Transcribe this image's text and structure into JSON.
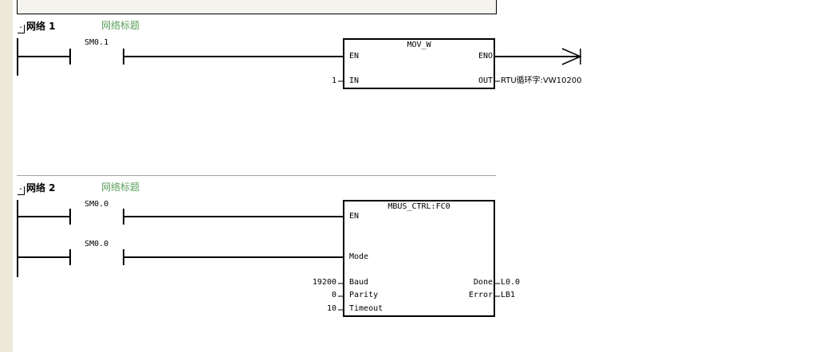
{
  "networks": [
    {
      "header": "网络 1",
      "title": "网络标题",
      "contacts": [
        "SM0.1"
      ],
      "box": {
        "name": "MOV_W",
        "inputs": [
          {
            "pin": "EN",
            "value": ""
          },
          {
            "pin": "IN",
            "value": "1"
          }
        ],
        "outputs": [
          {
            "pin": "ENO",
            "value": ""
          },
          {
            "pin": "OUT",
            "value": "RTU循环字:VW10200"
          }
        ]
      }
    },
    {
      "header": "网络 2",
      "title": "网络标题",
      "contacts": [
        "SM0.0",
        "SM0.0"
      ],
      "box": {
        "name": "MBUS_CTRL:FC0",
        "inputs": [
          {
            "pin": "EN",
            "value": ""
          },
          {
            "pin": "Mode",
            "value": ""
          },
          {
            "pin": "Baud",
            "value": "19200"
          },
          {
            "pin": "Parity",
            "value": "0"
          },
          {
            "pin": "Timeout",
            "value": "10"
          }
        ],
        "outputs": [
          {
            "pin": "Done",
            "value": "L0.0"
          },
          {
            "pin": "Error",
            "value": "LB1"
          }
        ]
      }
    }
  ]
}
